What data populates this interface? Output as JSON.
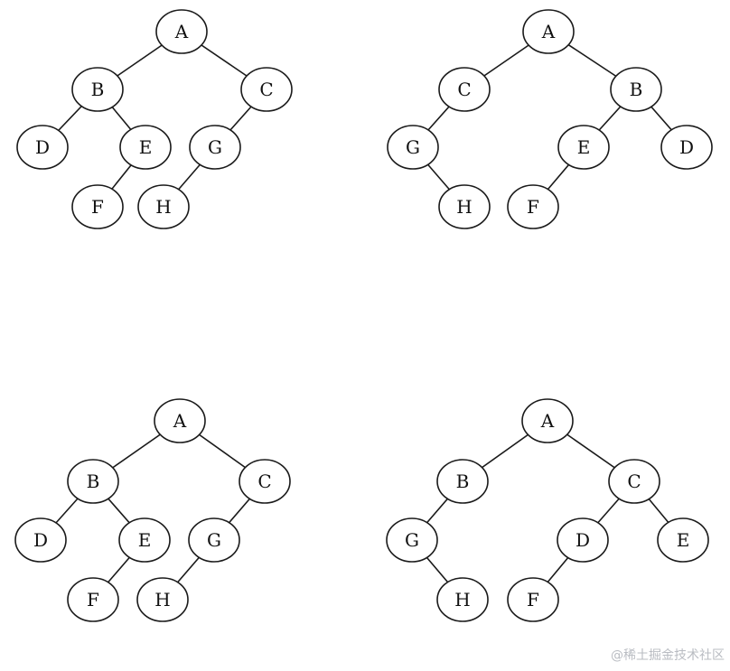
{
  "colors": {
    "stroke": "#1a1a1a",
    "fill": "#ffffff",
    "text": "#111111",
    "watermark": "#b9bcc2"
  },
  "trees": [
    {
      "nodes": [
        {
          "id": "A",
          "label": "A"
        },
        {
          "id": "B",
          "label": "B"
        },
        {
          "id": "C",
          "label": "C"
        },
        {
          "id": "D",
          "label": "D"
        },
        {
          "id": "E",
          "label": "E"
        },
        {
          "id": "G",
          "label": "G"
        },
        {
          "id": "F",
          "label": "F"
        },
        {
          "id": "H",
          "label": "H"
        }
      ],
      "edges": [
        [
          "A",
          "B"
        ],
        [
          "A",
          "C"
        ],
        [
          "B",
          "D"
        ],
        [
          "B",
          "E"
        ],
        [
          "E",
          "F"
        ],
        [
          "C",
          "G"
        ],
        [
          "G",
          "H"
        ]
      ]
    },
    {
      "nodes": [
        {
          "id": "A",
          "label": "A"
        },
        {
          "id": "C",
          "label": "C"
        },
        {
          "id": "B",
          "label": "B"
        },
        {
          "id": "G",
          "label": "G"
        },
        {
          "id": "E",
          "label": "E"
        },
        {
          "id": "D",
          "label": "D"
        },
        {
          "id": "H",
          "label": "H"
        },
        {
          "id": "F",
          "label": "F"
        }
      ],
      "edges": [
        [
          "A",
          "C"
        ],
        [
          "A",
          "B"
        ],
        [
          "C",
          "G"
        ],
        [
          "G",
          "H"
        ],
        [
          "B",
          "E"
        ],
        [
          "B",
          "D"
        ],
        [
          "E",
          "F"
        ]
      ]
    },
    {
      "nodes": [
        {
          "id": "A",
          "label": "A"
        },
        {
          "id": "B",
          "label": "B"
        },
        {
          "id": "C",
          "label": "C"
        },
        {
          "id": "D",
          "label": "D"
        },
        {
          "id": "E",
          "label": "E"
        },
        {
          "id": "G",
          "label": "G"
        },
        {
          "id": "F",
          "label": "F"
        },
        {
          "id": "H",
          "label": "H"
        }
      ],
      "edges": [
        [
          "A",
          "B"
        ],
        [
          "A",
          "C"
        ],
        [
          "B",
          "D"
        ],
        [
          "B",
          "E"
        ],
        [
          "E",
          "F"
        ],
        [
          "C",
          "G"
        ],
        [
          "G",
          "H"
        ]
      ]
    },
    {
      "nodes": [
        {
          "id": "A",
          "label": "A"
        },
        {
          "id": "B",
          "label": "B"
        },
        {
          "id": "C",
          "label": "C"
        },
        {
          "id": "G",
          "label": "G"
        },
        {
          "id": "D",
          "label": "D"
        },
        {
          "id": "E",
          "label": "E"
        },
        {
          "id": "H",
          "label": "H"
        },
        {
          "id": "F",
          "label": "F"
        }
      ],
      "edges": [
        [
          "A",
          "B"
        ],
        [
          "A",
          "C"
        ],
        [
          "B",
          "G"
        ],
        [
          "G",
          "H"
        ],
        [
          "C",
          "D"
        ],
        [
          "C",
          "E"
        ],
        [
          "D",
          "F"
        ]
      ]
    }
  ],
  "watermark": "@稀土掘金技术社区"
}
